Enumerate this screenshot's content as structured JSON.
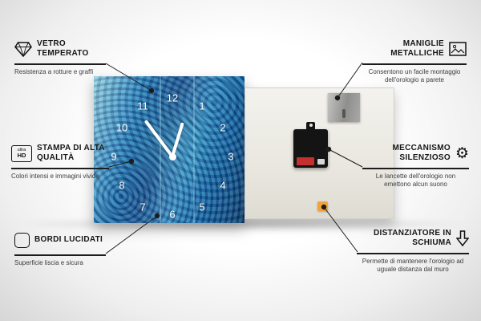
{
  "page": {
    "background_center": "#ffffff",
    "background_edge": "#d6d6d6"
  },
  "callouts": {
    "left": [
      {
        "icon": "diamond-icon",
        "title": "VETRO TEMPERATO",
        "subtitle": "Resistenza a rotture e graffi"
      },
      {
        "icon": "ultra-hd-icon",
        "icon_label_top": "ultra",
        "icon_label_bottom": "HD",
        "title": "STAMPA DI ALTA QUALITÀ",
        "subtitle": "Colori intensi e immagini vivide"
      },
      {
        "icon": "rounded-square-icon",
        "title": "BORDI LUCIDATI",
        "subtitle": "Superficie liscia e sicura"
      }
    ],
    "right": [
      {
        "icon": "picture-frame-icon",
        "title": "MANIGLIE METALLICHE",
        "subtitle": "Consentono un facile montaggio dell'orologio a parete"
      },
      {
        "icon": "gear-icon",
        "title": "MECCANISMO SILENZIOSO",
        "subtitle": "Le lancette dell'orologio non emettono alcun suono"
      },
      {
        "icon": "down-arrow-icon",
        "title": "DISTANZIATORE IN SCHIUMA",
        "subtitle": "Permette di mantenere l'orologio ad uguale distanza dal muro"
      }
    ]
  },
  "icons": {
    "gear_glyph": "⚙"
  },
  "clock": {
    "numbers": [
      "12",
      "1",
      "2",
      "3",
      "4",
      "5",
      "6",
      "7",
      "8",
      "9",
      "10",
      "11"
    ]
  },
  "colors": {
    "clock_face_blue": "#2f87c2",
    "back_panel": "#e9e7df",
    "mechanism": "#141414",
    "battery": "#c62f2f",
    "foam_spacer": "#f2a33c",
    "metal_plate": "#9a9a98",
    "line": "#1c1c1c"
  }
}
